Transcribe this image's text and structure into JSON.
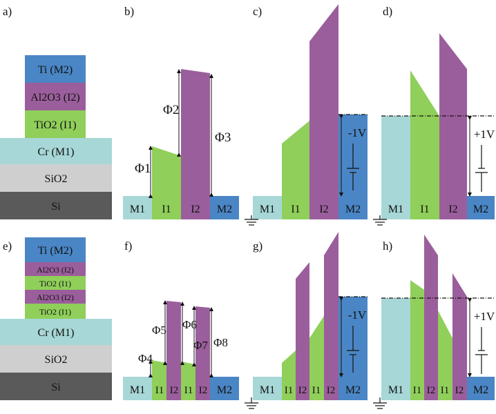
{
  "colors": {
    "metal_ti": "#4a86c5",
    "al2o3": "#9b5e9c",
    "tio2": "#8fcf5a",
    "cr": "#a7d7d6",
    "sio2": "#cfcfcf",
    "si": "#5a5a5a"
  },
  "panels": {
    "a": {
      "tag": "a)",
      "layers": [
        "Ti (M2)",
        "Al2O3 (I2)",
        "TiO2 (I1)",
        "Cr (M1)",
        "SiO2",
        "Si"
      ]
    },
    "b": {
      "tag": "b)",
      "phi1": "Φ1",
      "phi2": "Φ2",
      "phi3": "Φ3",
      "m1": "M1",
      "i1": "I1",
      "i2": "I2",
      "m2": "M2"
    },
    "c": {
      "tag": "c)",
      "bias": "-1V",
      "m1": "M1",
      "i1": "I1",
      "i2": "I2",
      "m2": "M2"
    },
    "d": {
      "tag": "d)",
      "bias": "+1V",
      "m1": "M1",
      "i1": "I1",
      "i2": "I2",
      "m2": "M2"
    },
    "e": {
      "tag": "e)",
      "layers": [
        "Ti (M2)",
        "Al2O3 (I2)",
        "TiO2 (I1)",
        "Al2O3 (I2)",
        "TiO2 (I1)",
        "Cr (M1)",
        "SiO2",
        "Si"
      ]
    },
    "f": {
      "tag": "f)",
      "phi4": "Φ4",
      "phi5": "Φ5",
      "phi6": "Φ6",
      "phi7": "Φ7",
      "phi8": "Φ8",
      "m1": "M1",
      "i1": "I1",
      "i2": "I2",
      "m2": "M2"
    },
    "g": {
      "tag": "g)",
      "bias": "-1V",
      "m1": "M1",
      "i1": "I1",
      "i2": "I2",
      "m2": "M2"
    },
    "h": {
      "tag": "h)",
      "bias": "+1V",
      "m1": "M1",
      "i1": "I1",
      "i2": "I2",
      "m2": "M2"
    }
  }
}
